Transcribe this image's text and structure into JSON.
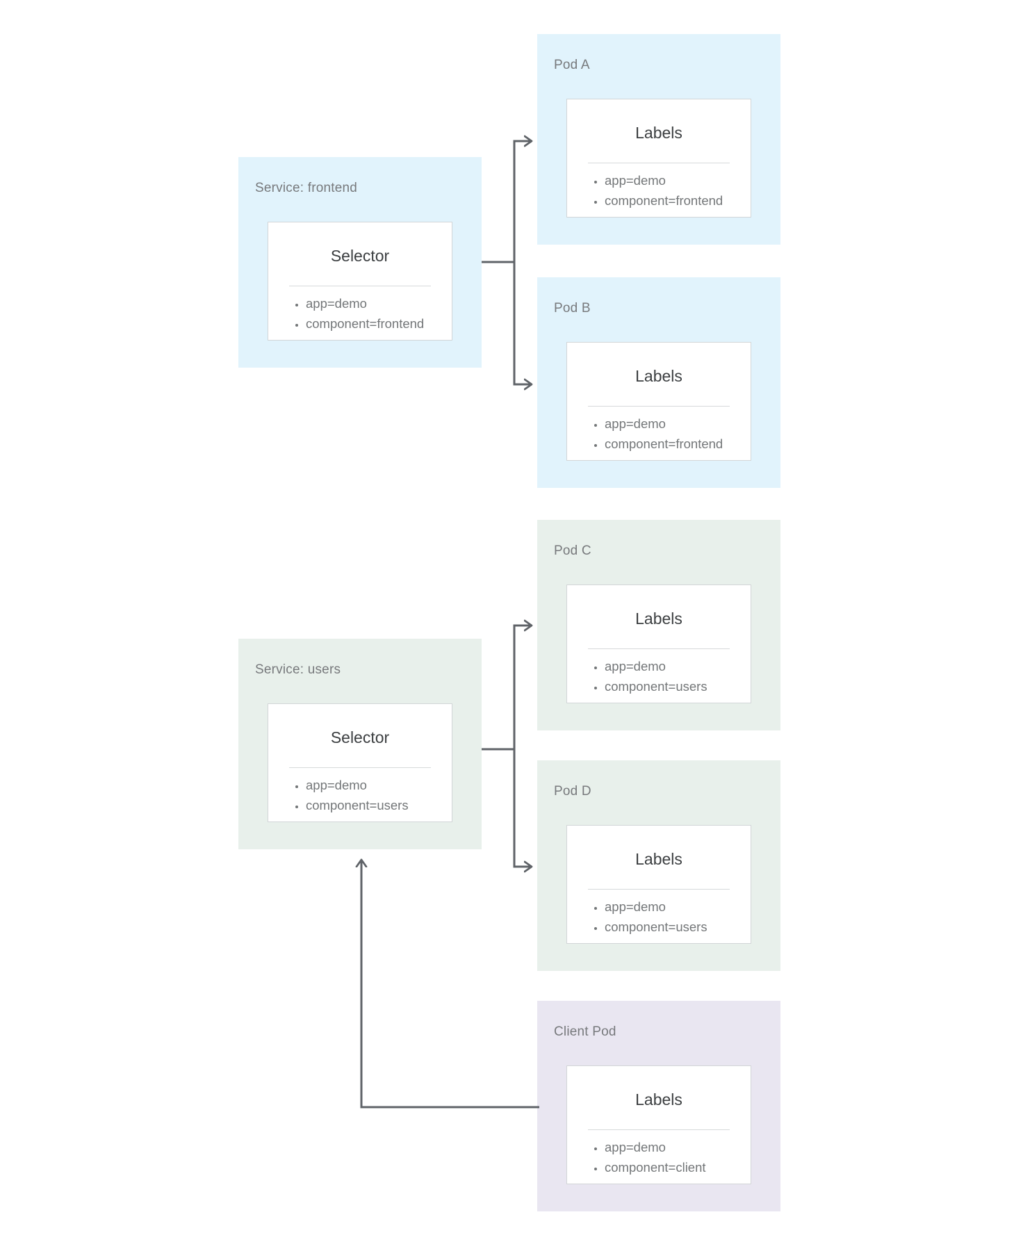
{
  "colors": {
    "pod_blue_bg": "#e1f3fc",
    "pod_green_bg": "#e8f0eb",
    "pod_purple_bg": "#e9e6f1",
    "card_bg": "#ffffff",
    "card_border": "#d2d5d7",
    "connector_line": "#5f6368",
    "node_title_text": "#77797c",
    "card_title_text": "#3b3e40",
    "list_text": "#737678"
  },
  "nodes": [
    {
      "id": "pod-a",
      "title": "Pod A",
      "card_title": "Labels",
      "items": [
        "app=demo",
        "component=frontend"
      ],
      "theme": "blue"
    },
    {
      "id": "service-frontend",
      "title": "Service: frontend",
      "card_title": "Selector",
      "items": [
        "app=demo",
        "component=frontend"
      ],
      "theme": "blue"
    },
    {
      "id": "pod-b",
      "title": "Pod B",
      "card_title": "Labels",
      "items": [
        "app=demo",
        "component=frontend"
      ],
      "theme": "blue"
    },
    {
      "id": "pod-c",
      "title": "Pod C",
      "card_title": "Labels",
      "items": [
        "app=demo",
        "component=users"
      ],
      "theme": "green"
    },
    {
      "id": "service-users",
      "title": "Service: users",
      "card_title": "Selector",
      "items": [
        "app=demo",
        "component=users"
      ],
      "theme": "green"
    },
    {
      "id": "pod-d",
      "title": "Pod D",
      "card_title": "Labels",
      "items": [
        "app=demo",
        "component=users"
      ],
      "theme": "green"
    },
    {
      "id": "client-pod",
      "title": "Client Pod",
      "card_title": "Labels",
      "items": [
        "app=demo",
        "component=client"
      ],
      "theme": "purple"
    }
  ],
  "connections": [
    {
      "from": "Service: frontend",
      "to": "Pod A"
    },
    {
      "from": "Service: frontend",
      "to": "Pod B"
    },
    {
      "from": "Service: users",
      "to": "Pod C"
    },
    {
      "from": "Service: users",
      "to": "Pod D"
    },
    {
      "from": "Client Pod",
      "to": "Service: users"
    }
  ]
}
